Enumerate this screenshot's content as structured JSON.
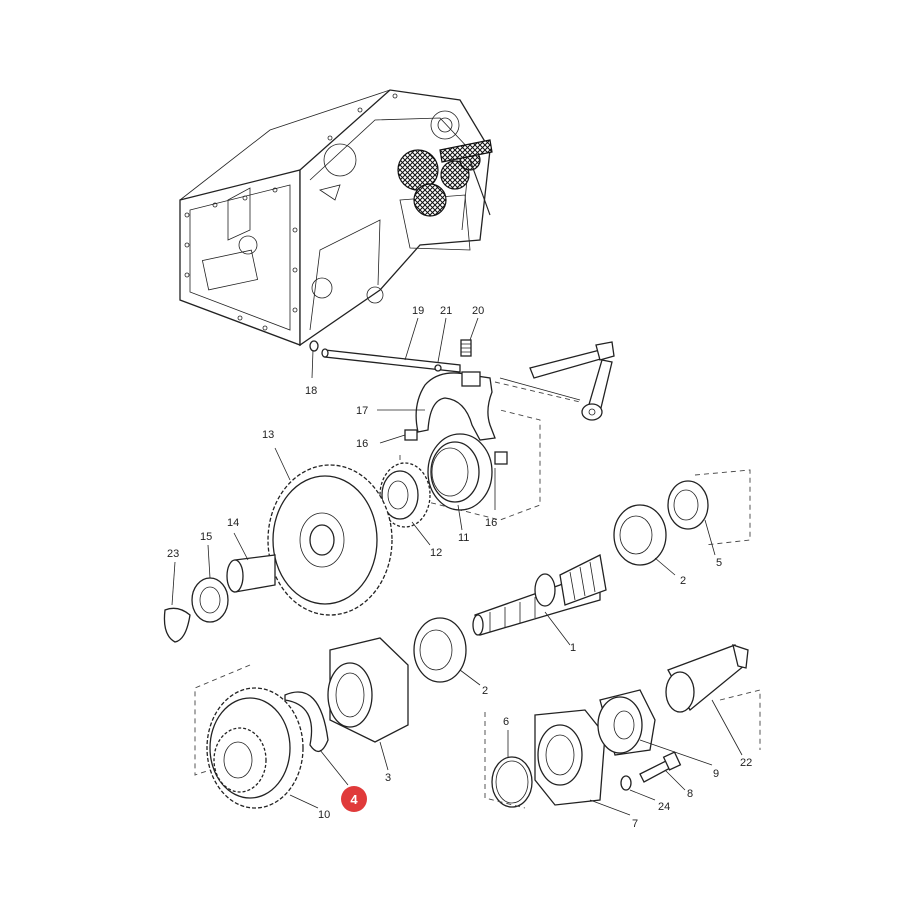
{
  "callouts": [
    {
      "id": "c1",
      "label": "1"
    },
    {
      "id": "c2a",
      "label": "2"
    },
    {
      "id": "c2b",
      "label": "2"
    },
    {
      "id": "c3",
      "label": "3"
    },
    {
      "id": "c5",
      "label": "5"
    },
    {
      "id": "c6",
      "label": "6"
    },
    {
      "id": "c7",
      "label": "7"
    },
    {
      "id": "c8",
      "label": "8"
    },
    {
      "id": "c9",
      "label": "9"
    },
    {
      "id": "c10",
      "label": "10"
    },
    {
      "id": "c11",
      "label": "11"
    },
    {
      "id": "c12",
      "label": "12"
    },
    {
      "id": "c13",
      "label": "13"
    },
    {
      "id": "c14",
      "label": "14"
    },
    {
      "id": "c15",
      "label": "15"
    },
    {
      "id": "c16a",
      "label": "16"
    },
    {
      "id": "c16b",
      "label": "16"
    },
    {
      "id": "c17",
      "label": "17"
    },
    {
      "id": "c18",
      "label": "18"
    },
    {
      "id": "c19",
      "label": "19"
    },
    {
      "id": "c20",
      "label": "20"
    },
    {
      "id": "c21",
      "label": "21"
    },
    {
      "id": "c22",
      "label": "22"
    },
    {
      "id": "c23",
      "label": "23"
    },
    {
      "id": "c24",
      "label": "24"
    }
  ],
  "highlight": {
    "label": "4",
    "color": "#e03a3a"
  },
  "colors": {
    "line": "#222222",
    "background": "#ffffff"
  }
}
